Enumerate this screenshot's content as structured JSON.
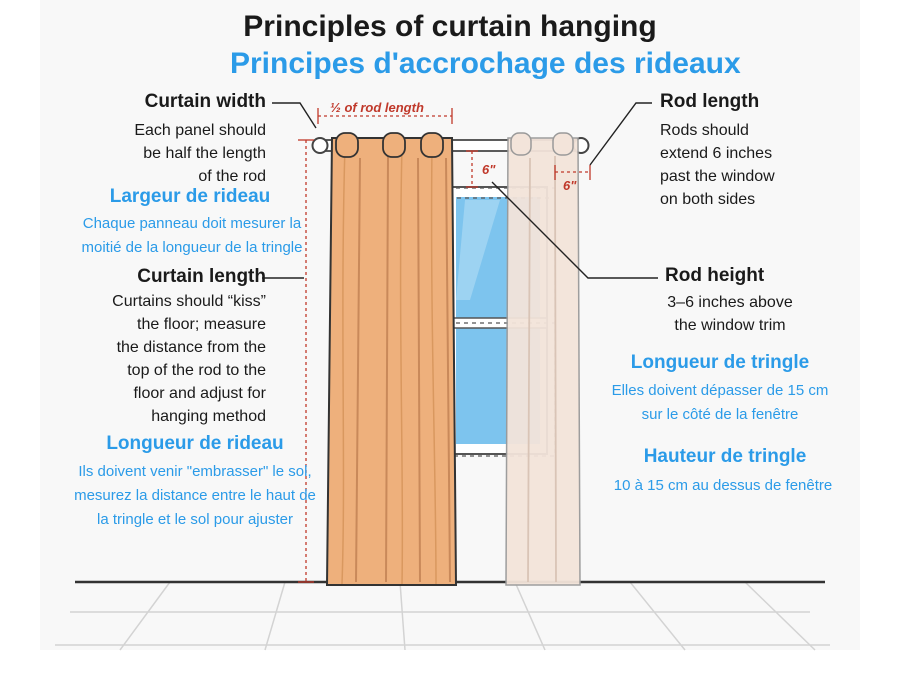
{
  "title": {
    "en": "Principles of curtain hanging",
    "fr": "Principes d'accrochage des rideaux"
  },
  "curtain_width": {
    "heading": "Curtain width",
    "body": "Each panel should\nbe half the length\nof the rod"
  },
  "curtain_width_fr": {
    "heading": "Largeur de rideau",
    "body": "Chaque panneau doit mesurer la\nmoitié de la longueur de la tringle"
  },
  "curtain_length": {
    "heading": "Curtain length",
    "body": "Curtains should “kiss”\nthe floor; measure\nthe distance from the\ntop of the rod to the\nfloor and adjust for\nhanging method"
  },
  "curtain_length_fr": {
    "heading": "Longueur de rideau",
    "body": "Ils doivent venir \"embrasser\" le sol,\nmesurez la distance entre le haut de\nla tringle  et  le sol pour ajuster"
  },
  "rod_length": {
    "heading": "Rod length",
    "body": "Rods should\nextend 6 inches\npast the window\non both sides"
  },
  "rod_height": {
    "heading": "Rod height",
    "body": "3–6 inches above\nthe window trim"
  },
  "rod_length_fr": {
    "heading": "Longueur de tringle",
    "body": "Elles doivent dépasser de 15 cm\nsur le côté de la fenêtre"
  },
  "rod_height_fr": {
    "heading": "Hauteur de tringle",
    "body": "10 à 15 cm au dessus de fenêtre"
  },
  "measurements": {
    "half_rod": "½ of rod length",
    "six_top": "6\"",
    "six_side": "6\""
  },
  "colors": {
    "accent_blue": "#2b9be8",
    "curtain": "#eeb07c",
    "curtain_light": "#f3e4da",
    "measure_red": "#c0392b",
    "glass": "#7dc4ee"
  }
}
